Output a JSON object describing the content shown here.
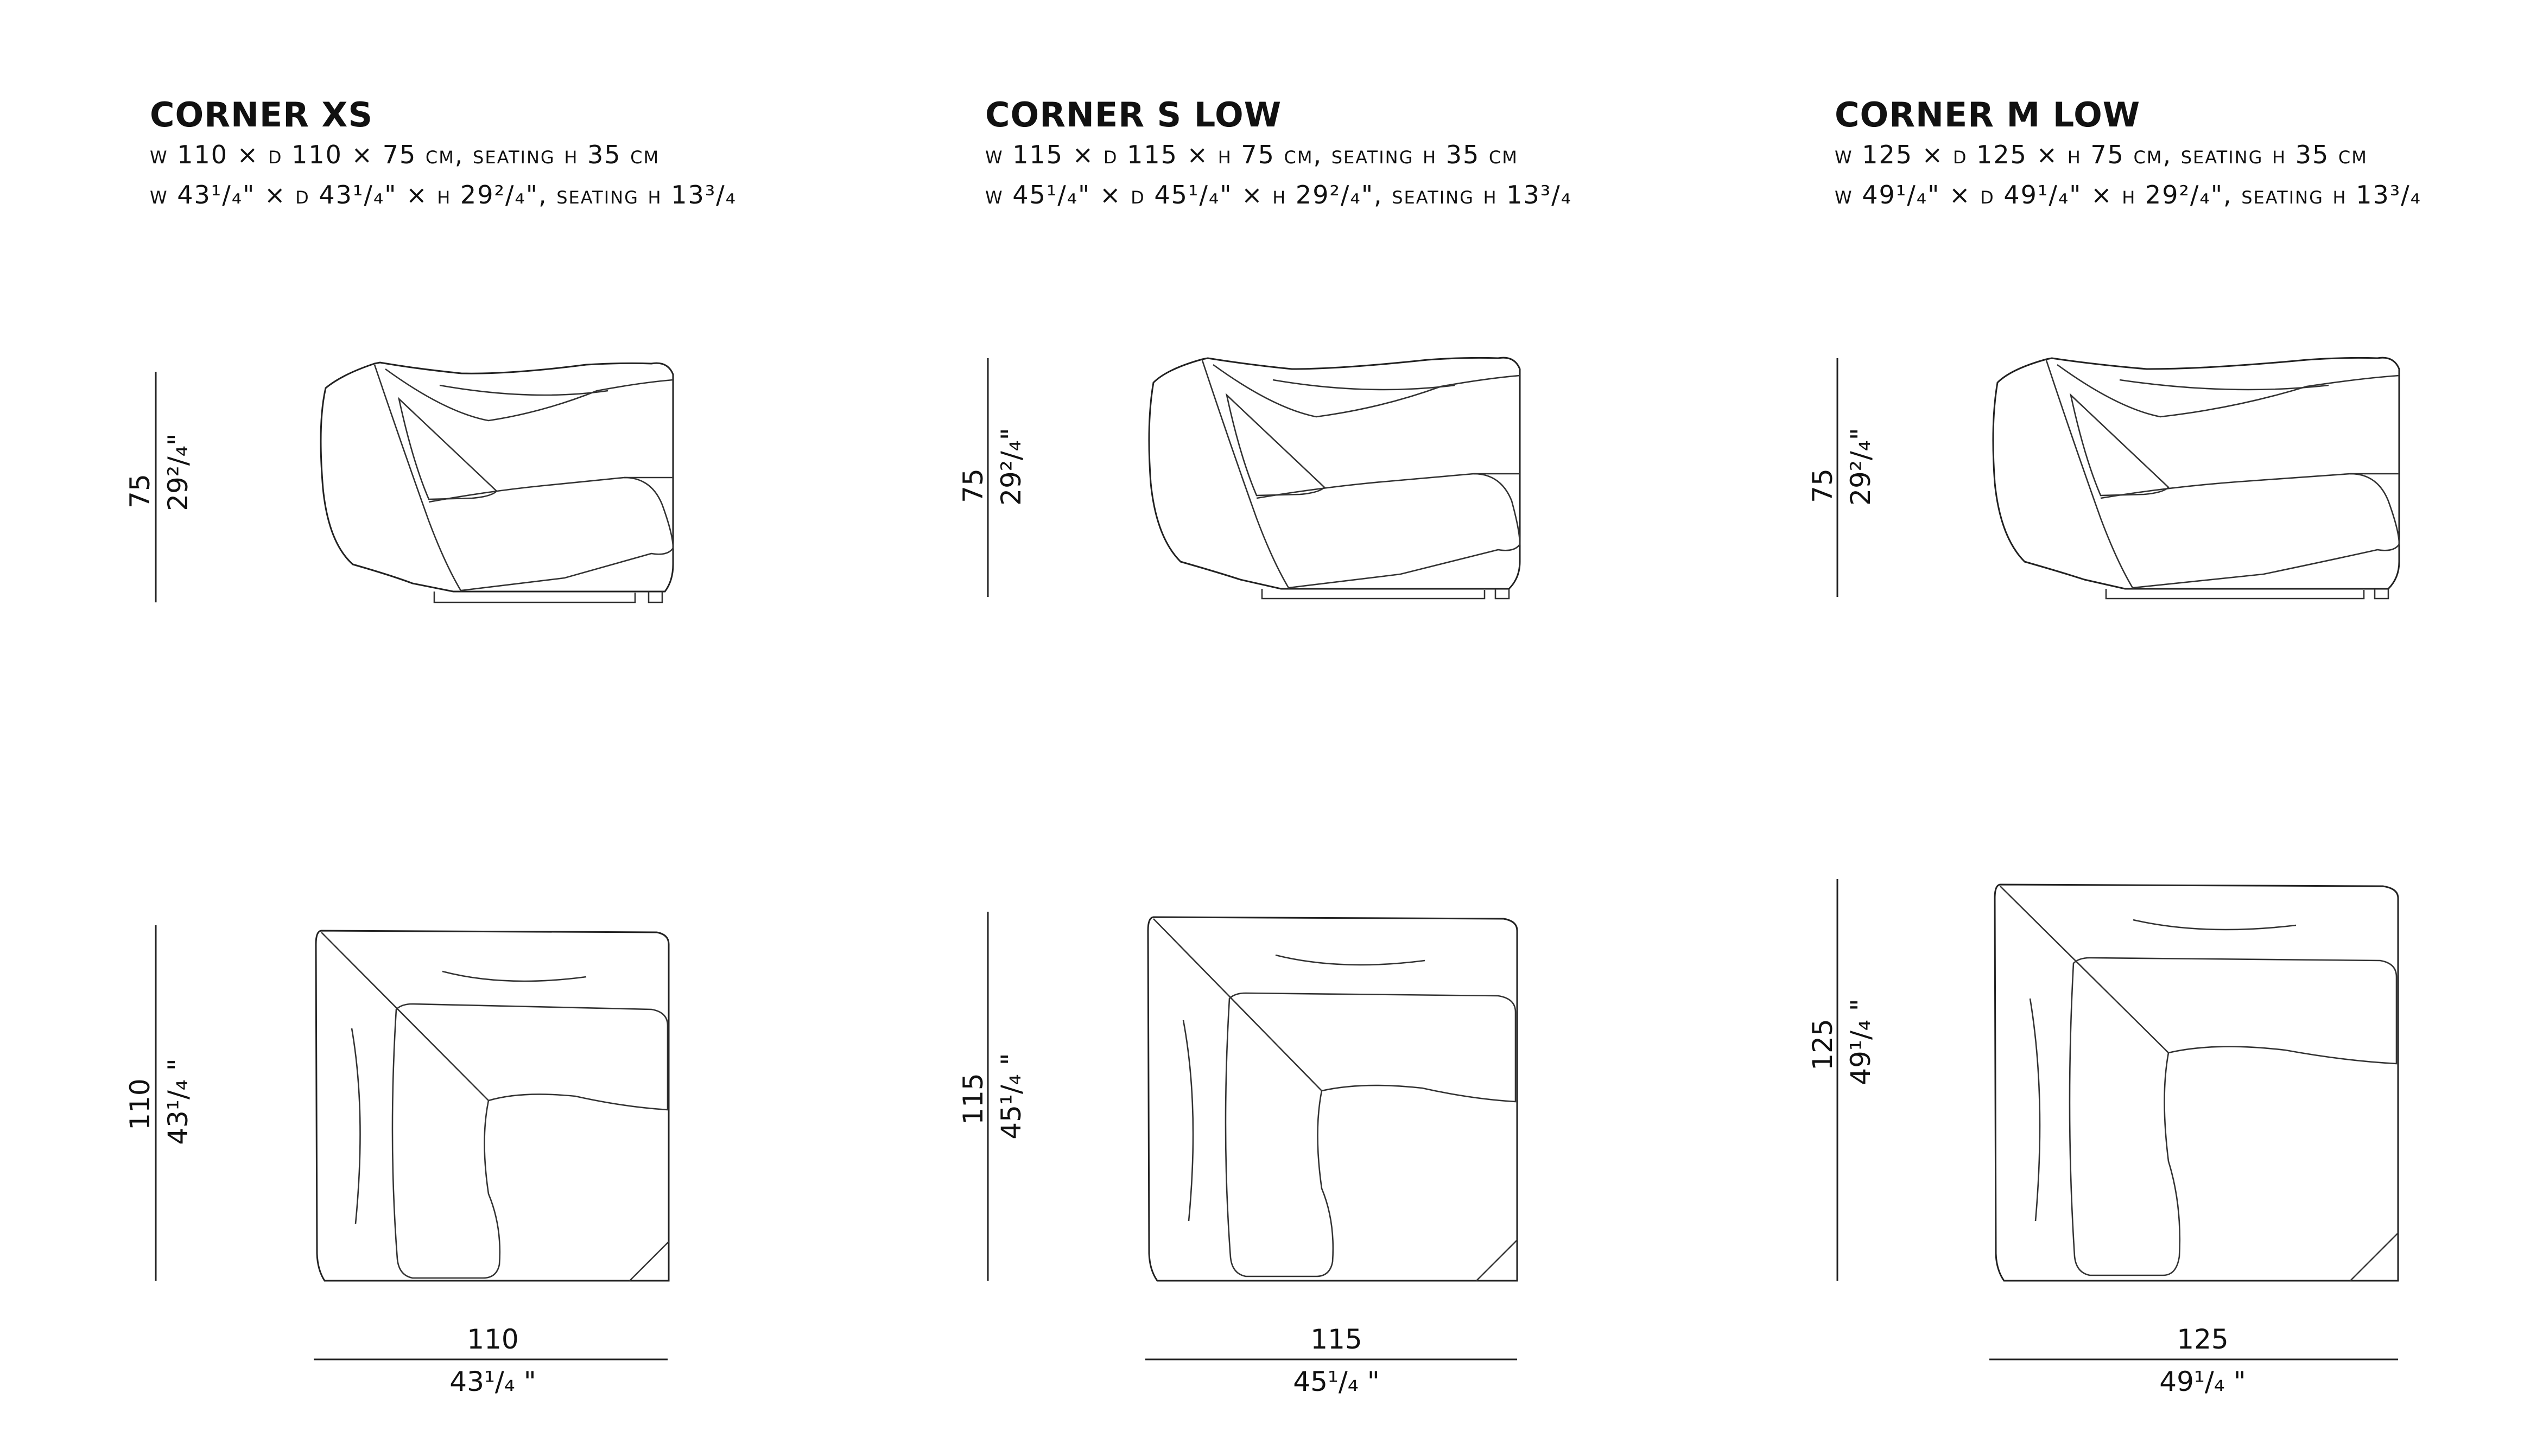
{
  "products": [
    {
      "title": "CORNER XS",
      "spec_cm": "W 110 × D 110 × 75 CM, SEATING H 35 CM",
      "spec_in": "W 43¹/₄\" × D 43¹/₄\" × H 29²/₄\", SEATING H 13³/₄",
      "height_cm": "75",
      "height_in": "29²/₄\"",
      "depth_cm": "110",
      "depth_in": "43¹/₄ \"",
      "width_cm": "110",
      "width_in": "43¹/₄ \""
    },
    {
      "title": "CORNER S LOW",
      "spec_cm": "W 115 × D 115 × H 75 CM, SEATING H 35 CM",
      "spec_in": "W 45¹/₄\" × D 45¹/₄\" × H 29²/₄\", SEATING H 13³/₄",
      "height_cm": "75",
      "height_in": "29²/₄\"",
      "depth_cm": "115",
      "depth_in": "45¹/₄ \"",
      "width_cm": "115",
      "width_in": "45¹/₄ \""
    },
    {
      "title": "CORNER M LOW",
      "spec_cm": "W 125 × D 125 × H 75 CM, SEATING H 35 CM",
      "spec_in": "W 49¹/₄\" × D 49¹/₄\" × H 29²/₄\", SEATING H 13³/₄",
      "height_cm": "75",
      "height_in": "29²/₄\"",
      "depth_cm": "125",
      "depth_in": "49¹/₄ \"",
      "width_cm": "125",
      "width_in": "49¹/₄ \""
    }
  ],
  "colors": {
    "line": "#222222",
    "background": "#ffffff"
  }
}
